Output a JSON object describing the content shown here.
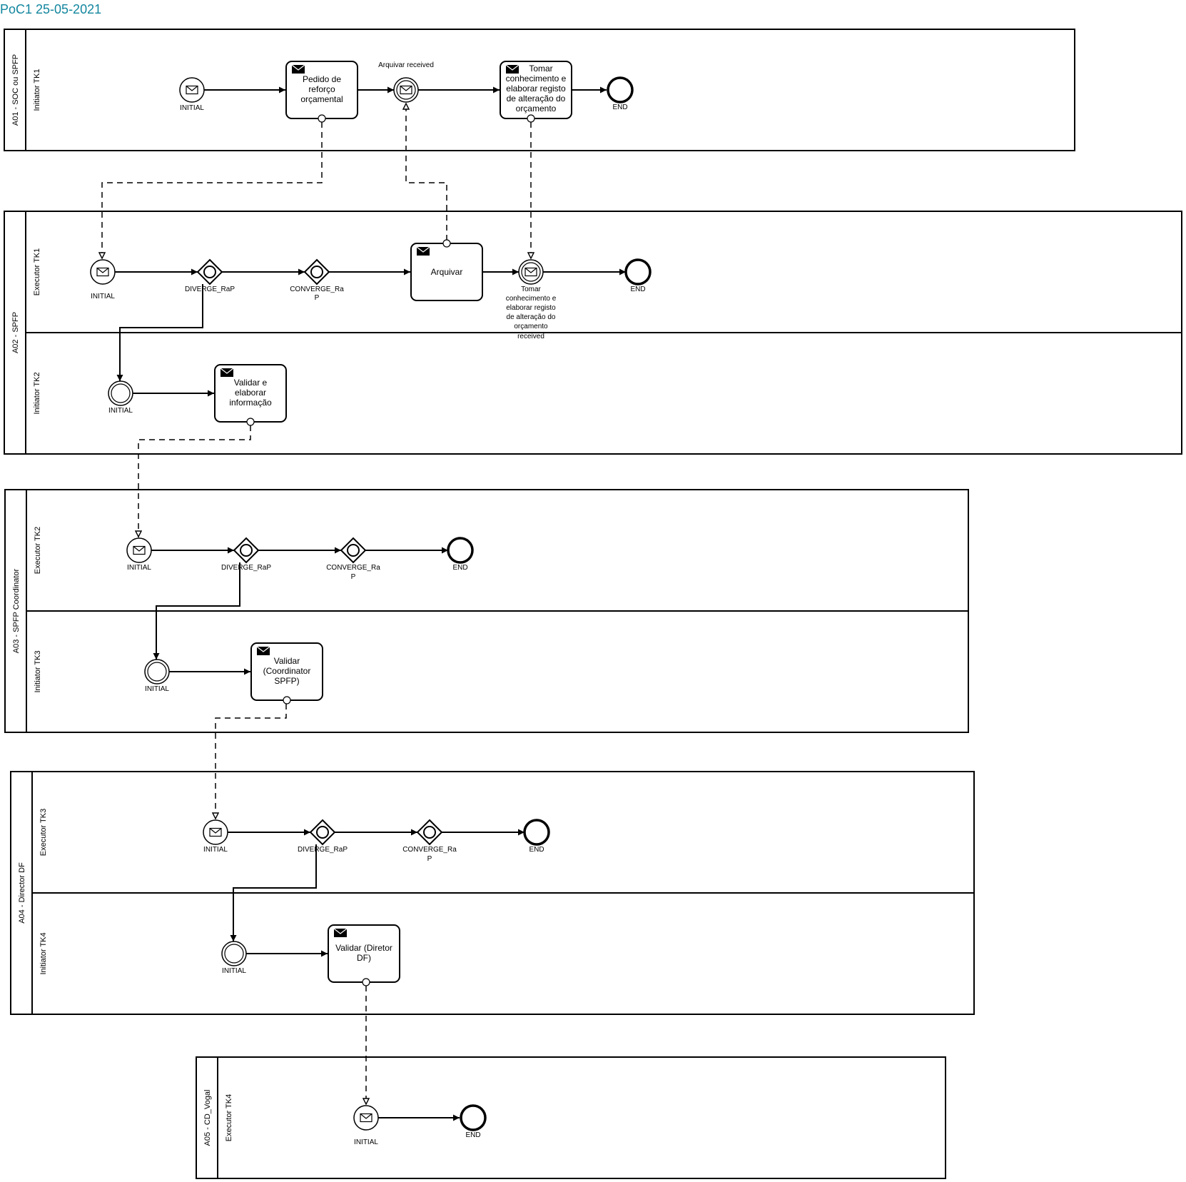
{
  "title": "PoC1 25-05-2021",
  "pools": [
    {
      "name": "A01 - SOC ou SPFP",
      "lanes": [
        "Initiator TK1"
      ]
    },
    {
      "name": "A02 - SPFP",
      "lanes": [
        "Executor TK1",
        "Initiator TK2"
      ]
    },
    {
      "name": "A03 - SPFP Coordinator",
      "lanes": [
        "Executor TK2",
        "Initiator TK3"
      ]
    },
    {
      "name": "A04 - Director DF",
      "lanes": [
        "Executor TK3",
        "Initiator TK4"
      ]
    },
    {
      "name": "A05 - CD_Vogal",
      "lanes": [
        "Executor TK4"
      ]
    }
  ],
  "labels": {
    "initial": "INITIAL",
    "end": "END",
    "diverge": "DIVERGE_RaP",
    "converge": [
      "CONVERGE_Ra",
      "P"
    ],
    "arquivar_received": "Arquivar received",
    "tomar_received": [
      "Tomar",
      "conhecimento e",
      "elaborar registo",
      "de alteração do",
      "orçamento",
      "received"
    ]
  },
  "tasks": {
    "pedido": [
      "Pedido de",
      "reforço",
      "orçamental"
    ],
    "tomar": [
      "Tomar",
      "conhecimento e",
      "elaborar registo",
      "de alteração do",
      "orçamento"
    ],
    "arquivar": [
      "Arquivar"
    ],
    "validar_info": [
      "Validar e",
      "elaborar",
      "informação"
    ],
    "validar_coord": [
      "Validar",
      "(Coordinator",
      "SPFP)"
    ],
    "validar_dir": [
      "Validar (Diretor",
      "DF)"
    ]
  }
}
